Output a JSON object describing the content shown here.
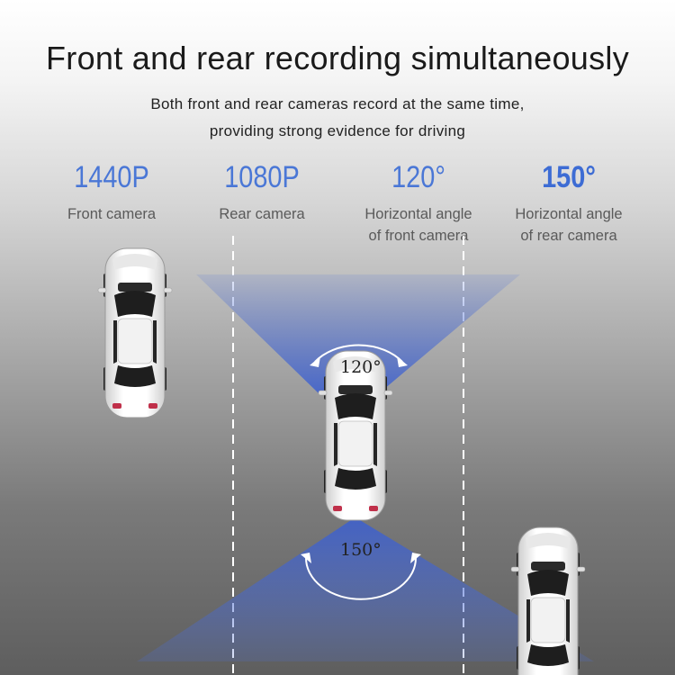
{
  "header": {
    "title": "Front and rear recording simultaneously",
    "subtitle_line1": "Both front and rear cameras record at the same time,",
    "subtitle_line2": "providing strong evidence for driving"
  },
  "specs": [
    {
      "value": "1440P",
      "label_line1": "Front camera",
      "label_line2": ""
    },
    {
      "value": "1080P",
      "label_line1": "Rear camera",
      "label_line2": ""
    },
    {
      "value": "120°",
      "label_line1": "Horizontal angle",
      "label_line2": "of front camera"
    },
    {
      "value": "150°",
      "label_line1": "Horizontal angle",
      "label_line2": "of rear camera"
    }
  ],
  "angles": {
    "front": "120°",
    "rear": "150°"
  },
  "colors": {
    "accent": "#4a77d6",
    "beam": "#3b5fd0"
  }
}
